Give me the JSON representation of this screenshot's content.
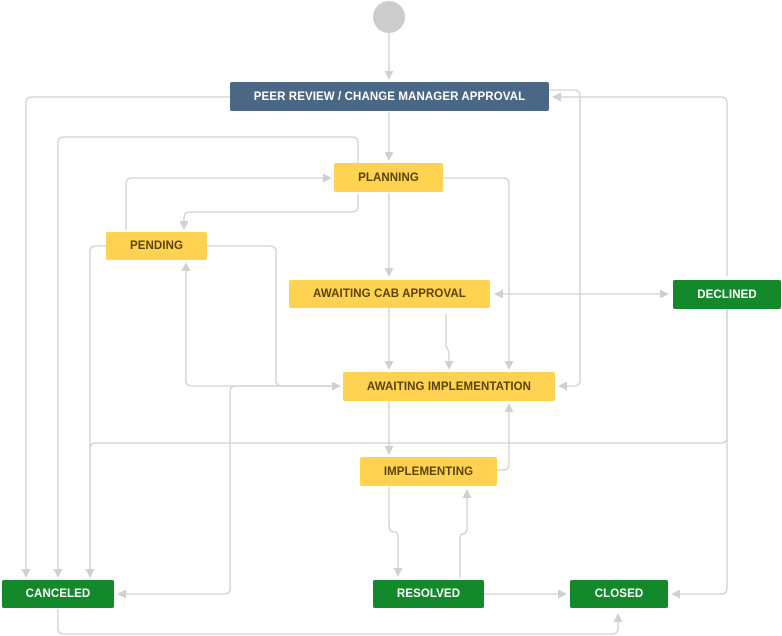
{
  "workflow": {
    "statuses": {
      "peer_review": "PEER REVIEW / CHANGE MANAGER APPROVAL",
      "planning": "PLANNING",
      "pending": "PENDING",
      "awaiting_cab": "AWAITING CAB APPROVAL",
      "declined": "DECLINED",
      "awaiting_impl": "AWAITING IMPLEMENTATION",
      "implementing": "IMPLEMENTING",
      "canceled": "CANCELED",
      "resolved": "RESOLVED",
      "closed": "CLOSED"
    },
    "colors": {
      "initial": "#4a6785",
      "in_progress": "#ffd351",
      "done": "#14892c",
      "connector": "#d0d0d0",
      "start": "#cccccc"
    }
  }
}
